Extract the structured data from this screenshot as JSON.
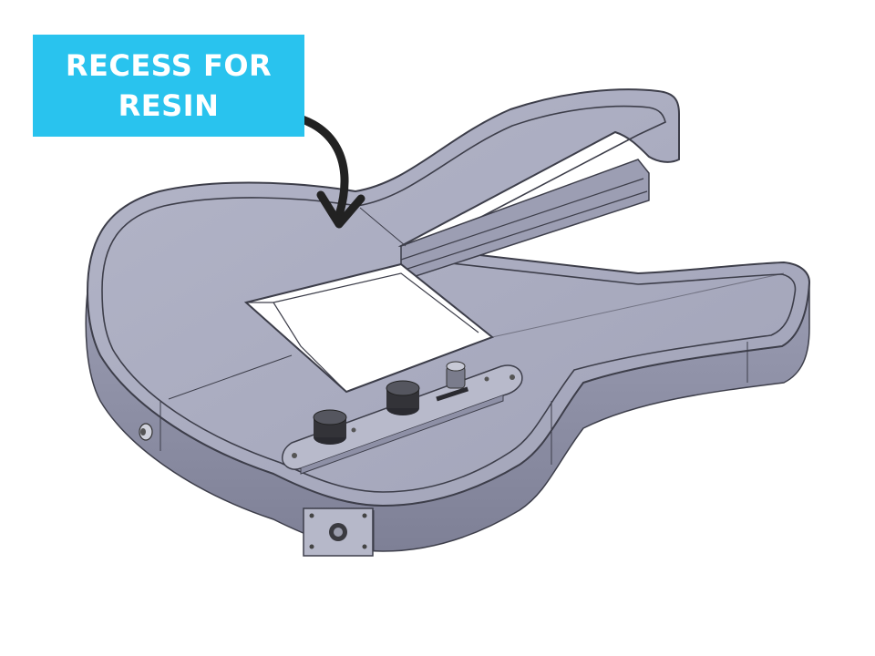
{
  "callout": {
    "line1": "RECESS FOR",
    "line2": "RESIN",
    "background_color": "#29c3ee",
    "text_color": "#ffffff"
  },
  "model": {
    "body_color": "#a7a9bd",
    "side_color": "#8e90a6",
    "edge_color": "#3d3e4a",
    "arrow_color": "#222222",
    "icons": [
      "guitar-body-model",
      "curved-arrow-icon",
      "knob-icon",
      "toggle-switch-icon",
      "output-jack-icon",
      "strap-button-icon"
    ]
  }
}
